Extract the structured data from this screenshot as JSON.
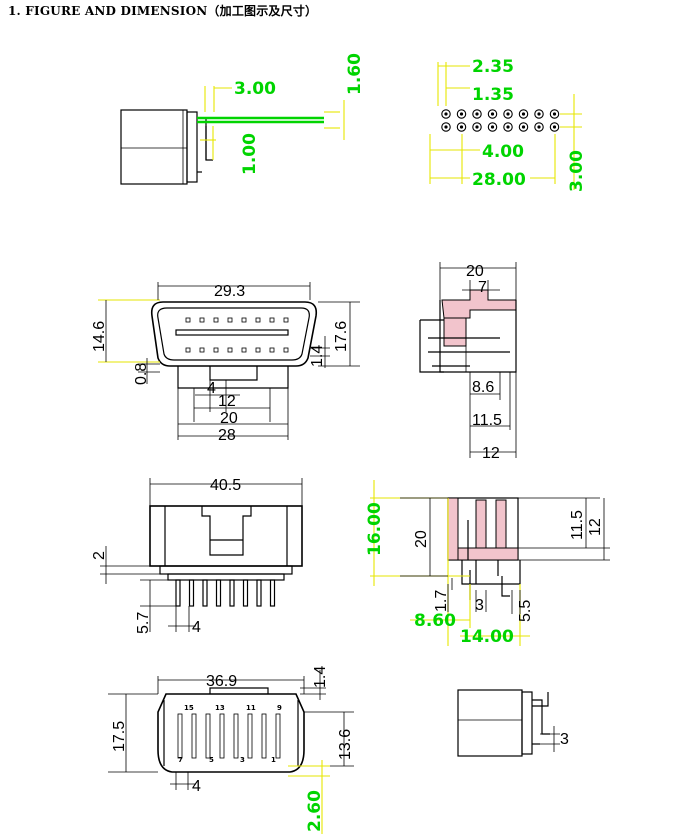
{
  "heading": "1. FIGURE AND DIMENSION（加工图示及尺寸）",
  "colors": {
    "green_dim": "#00d400",
    "yellow_line": "#e6e600",
    "section_fill": "#f2c4cc"
  },
  "view1": {
    "d_3_00": "3.00",
    "d_1_60": "1.60",
    "d_1_00": "1.00"
  },
  "view2": {
    "d_2_35": "2.35",
    "d_1_35": "1.35",
    "d_4_00": "4.00",
    "d_28_00": "28.00",
    "d_3_00": "3.00"
  },
  "view3": {
    "d_29_3": "29.3",
    "d_14_6": "14.6",
    "d_17_6": "17.6",
    "d_1_4": "1.4",
    "d_0_8": "0.8",
    "d_4": "4",
    "d_12": "12",
    "d_20": "20",
    "d_28": "28"
  },
  "view4": {
    "d_20": "20",
    "d_7": "7",
    "d_8_6": "8.6",
    "d_11_5": "11.5",
    "d_12": "12"
  },
  "view5": {
    "d_40_5": "40.5",
    "d_2": "2",
    "d_5_7": "5.7",
    "d_4": "4"
  },
  "view6": {
    "d_16_00": "16.00",
    "d_20": "20",
    "d_11_5": "11.5",
    "d_12": "12",
    "d_1_7": "1.7",
    "d_3": "3",
    "d_5_5": "5.5",
    "d_8_60": "8.60",
    "d_14_00": "14.00"
  },
  "view7": {
    "d_36_9": "36.9",
    "d_1_4": "1.4",
    "d_17_5": "17.5",
    "d_13_6": "13.6",
    "d_4": "4",
    "d_2_60": "2.60",
    "pins_top": [
      "15",
      "13",
      "11",
      "9"
    ],
    "pins_bottom": [
      "7",
      "5",
      "3",
      "1"
    ]
  },
  "view8": {
    "d_3": "3"
  }
}
